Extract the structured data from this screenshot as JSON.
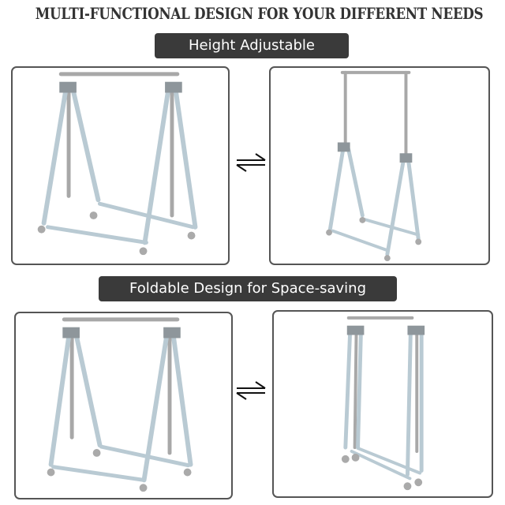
{
  "headline": "MULTI-FUNCTIONAL DESIGN FOR YOUR DIFFERENT NEEDS",
  "sections": [
    {
      "title": "Height Adjustable",
      "panels": [
        {
          "image": "garment-rack-standard-height"
        },
        {
          "image": "garment-rack-extended-height"
        }
      ],
      "connector_icon": "bidirectional-harpoon-arrow"
    },
    {
      "title": "Foldable Design for Space-saving",
      "panels": [
        {
          "image": "garment-rack-unfolded"
        },
        {
          "image": "garment-rack-folded"
        }
      ],
      "connector_icon": "bidirectional-harpoon-arrow"
    }
  ],
  "colors": {
    "pill_bg": "#3a3a3a",
    "headline": "#333333",
    "panel_border": "#555555",
    "tube": "#b9cad3",
    "joint": "#8e969b",
    "rod": "#a8a8a8"
  }
}
